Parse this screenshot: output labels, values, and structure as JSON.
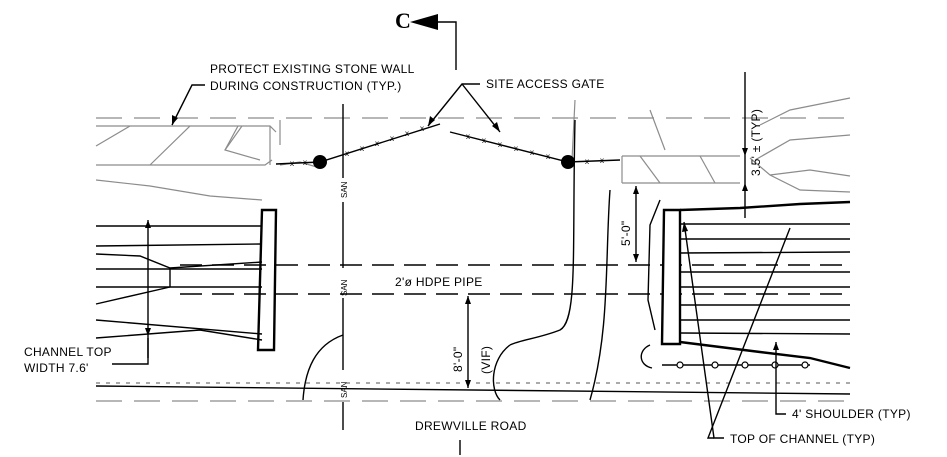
{
  "section_marker": {
    "letter": "C"
  },
  "labels": {
    "stone_wall_line1": "PROTECT EXISTING STONE WALL",
    "stone_wall_line2": "DURING CONSTRUCTION (TYP.)",
    "site_access_gate": "SITE ACCESS GATE",
    "pipe": "2'ø HDPE PIPE",
    "channel_top_line1": "CHANNEL TOP",
    "channel_top_line2": "WIDTH 7.6'",
    "road": "DREWVILLE ROAD",
    "shoulder": "4' SHOULDER (TYP)",
    "top_of_channel": "TOP OF CHANNEL (TYP)",
    "san_1": "SAN",
    "san_2": "SAN",
    "san_3": "SAN",
    "dim_5ft": "5'-0\"",
    "dim_8ft": "8'-0\"",
    "dim_vif": "(VIF)",
    "dim_wall": "3.5' ± (TYP)"
  },
  "colors": {
    "line": "#000000",
    "existing_feature": "#8c8c8c",
    "background": "#ffffff"
  }
}
